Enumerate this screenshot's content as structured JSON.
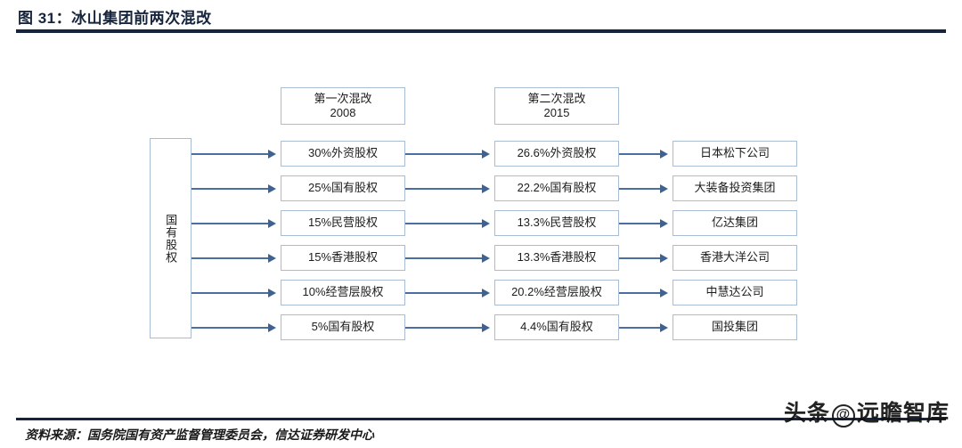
{
  "figure": {
    "title": "图 31：冰山集团前两次混改",
    "source": "资料来源：国务院国有资产监督管理委员会，信达证券研发中心"
  },
  "watermark": {
    "left_text": "头条",
    "at_symbol": "@",
    "right_text": "远瞻智库"
  },
  "diagram": {
    "root": {
      "label": "国有股权"
    },
    "headers": [
      {
        "line1": "第一次混改",
        "line2": "2008"
      },
      {
        "line1": "第二次混改",
        "line2": "2015"
      }
    ],
    "rows": [
      {
        "first_reform": "30%外资股权",
        "second_reform": "26.6%外资股权",
        "holder": "日本松下公司"
      },
      {
        "first_reform": "25%国有股权",
        "second_reform": "22.2%国有股权",
        "holder": "大装备投资集团"
      },
      {
        "first_reform": "15%民营股权",
        "second_reform": "13.3%民营股权",
        "holder": "亿达集团"
      },
      {
        "first_reform": "15%香港股权",
        "second_reform": "13.3%香港股权",
        "holder": "香港大洋公司"
      },
      {
        "first_reform": "10%经营层股权",
        "second_reform": "20.2%经营层股权",
        "holder": "中慧达公司"
      },
      {
        "first_reform": "5%国有股权",
        "second_reform": "4.4%国有股权",
        "holder": "国投集团"
      }
    ],
    "colors": {
      "box_border": "#a8bdd4",
      "connector": "#4a6f9e",
      "rule": "#16243c"
    }
  }
}
